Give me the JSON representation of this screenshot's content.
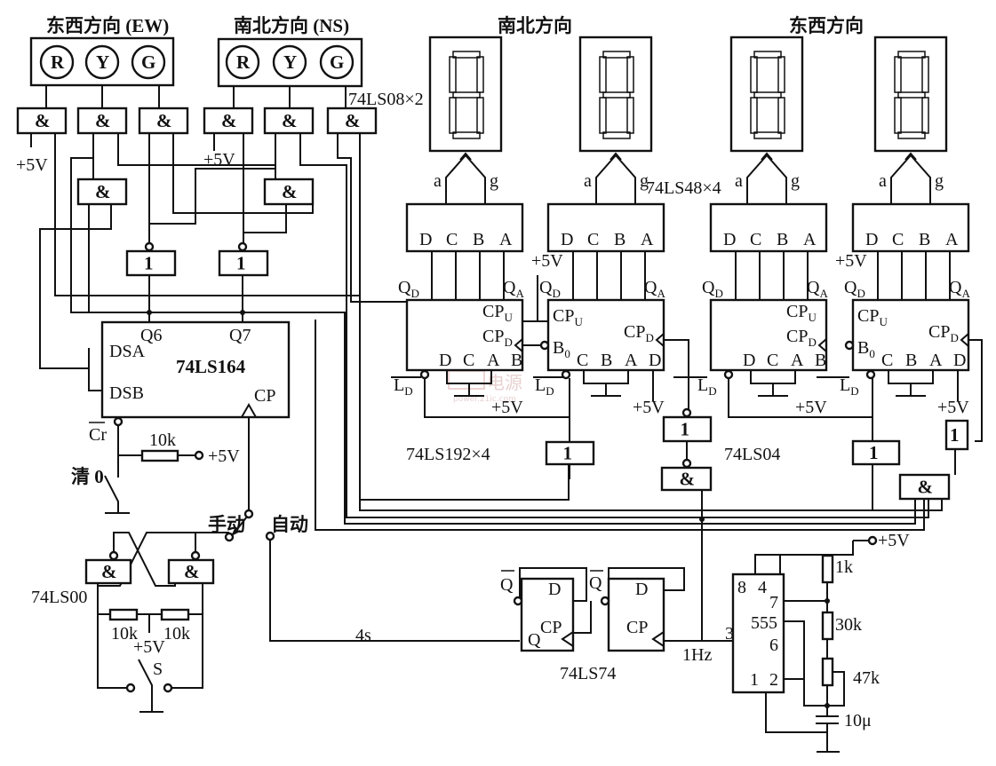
{
  "titles": {
    "ew": "东西方向 (EW)",
    "ns": "南北方向 (NS)",
    "display_ns": "南北方向",
    "display_ew": "东西方向"
  },
  "lights": [
    "R",
    "Y",
    "G"
  ],
  "chips": {
    "and_gate": "&",
    "not_gate": "1",
    "ls08": "74LS08×2",
    "ls48": "74LS48×4",
    "ls192": "74LS192×4",
    "ls04": "74LS04",
    "ls164": "74LS164",
    "ls00": "74LS00",
    "ls74": "74LS74",
    "ic555": "555"
  },
  "power": "+5V",
  "ls164_pins": {
    "q6": "Q6",
    "q7": "Q7",
    "dsa": "DSA",
    "dsb": "DSB",
    "cp": "CP",
    "cr": "Cr"
  },
  "clear_label": "清 0",
  "switch": {
    "manual": "手动",
    "auto": "自动",
    "s": "S"
  },
  "resistors": {
    "r10k": "10k",
    "r1k": "1k",
    "r30k": "30k",
    "r47k": "47k"
  },
  "capacitor": "10μ",
  "signals": {
    "period": "4s",
    "freq": "1Hz"
  },
  "seg_labels": {
    "a": "a",
    "g": "g"
  },
  "decoder_inputs": [
    "D",
    "C",
    "B",
    "A"
  ],
  "counter_pins": {
    "q": "Q",
    "d_sub": "D",
    "a_sub": "A",
    "cp": "CP",
    "u_sub": "U",
    "b": "B",
    "zero_sub": "0",
    "l": "L"
  },
  "counters": [
    {
      "bottom": [
        "D",
        "C",
        "A",
        "B"
      ]
    },
    {
      "bottom": [
        "C",
        "B",
        "A",
        "D"
      ]
    },
    {
      "bottom": [
        "D",
        "C",
        "A",
        "B"
      ]
    },
    {
      "bottom": [
        "C",
        "B",
        "A",
        "D"
      ]
    }
  ],
  "flipflop": {
    "qbar": "Q",
    "d": "D",
    "cp": "CP",
    "q": "Q"
  },
  "pins555": {
    "p8": "8",
    "p4": "4",
    "p7": "7",
    "p3": "3",
    "p6": "6",
    "p1": "1",
    "p2": "2"
  },
  "watermark": {
    "cn": "电源",
    "url": "power.21ic.com"
  }
}
